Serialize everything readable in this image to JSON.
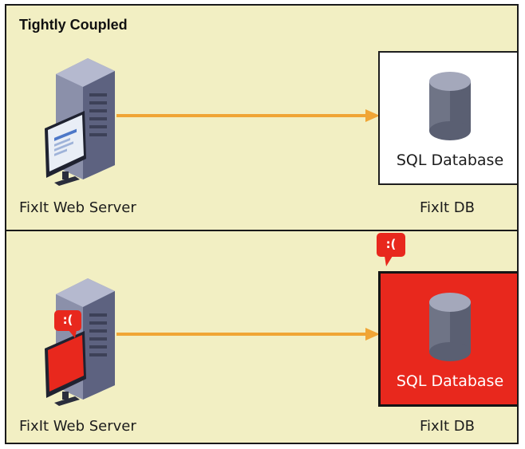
{
  "title": "Tightly Coupled",
  "top_scenario": {
    "server_caption": "FixIt Web Server",
    "db_label": "SQL Database",
    "db_caption": "FixIt DB"
  },
  "bottom_scenario": {
    "server_caption": "FixIt Web Server",
    "db_label": "SQL Database",
    "db_caption": "FixIt DB",
    "server_bubble": ":(",
    "db_bubble": ":("
  },
  "colors": {
    "background": "#f2efc3",
    "arrow": "#f0a535",
    "failure": "#e8281d",
    "server_body": "#7a7f9a",
    "database": "#6f7486"
  },
  "icons": [
    "web-server-icon",
    "database-cylinder-icon",
    "sad-face-bubble-icon"
  ]
}
